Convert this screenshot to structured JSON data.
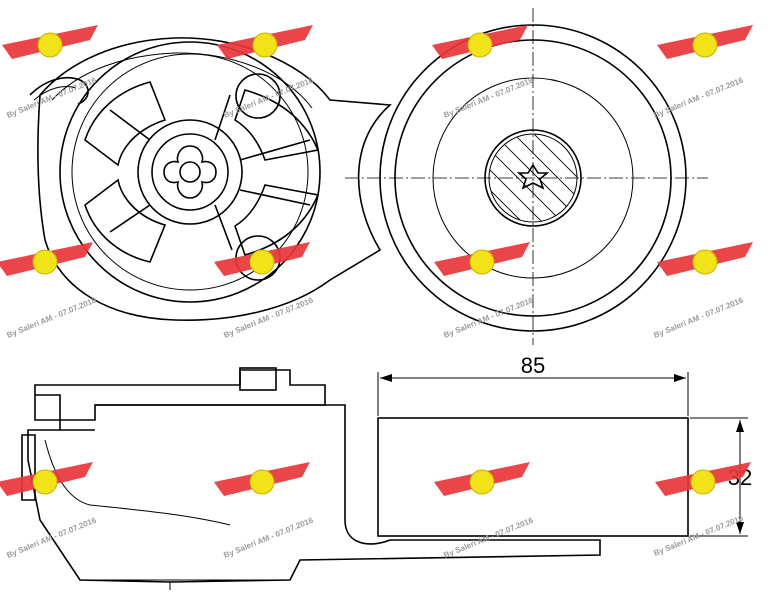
{
  "drawing": {
    "dimension_width": "85",
    "dimension_height": "32"
  },
  "watermark": {
    "text": "By Saleri AM - 07.07.2016",
    "logo_icon": "winged-badge-icon",
    "wing_color": "#e8353a",
    "badge_color": "#f2e21a"
  }
}
